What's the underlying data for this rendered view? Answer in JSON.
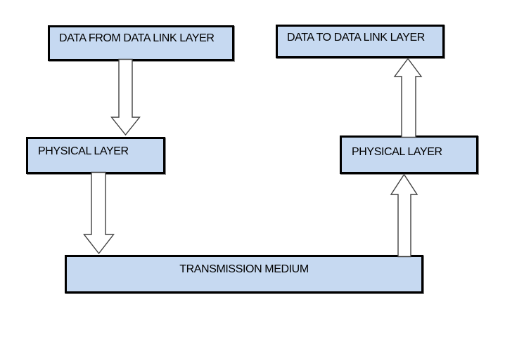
{
  "diagram": {
    "title": "Physical layer data flow diagram",
    "colors": {
      "box_fill": "#c6d9f1",
      "box_border": "#000000",
      "box_shadow": "#8f8f8f",
      "arrow_fill": "#ffffff",
      "arrow_outline": "#404040",
      "background": "#ffffff",
      "text": "#000000"
    },
    "boxes": {
      "data_from": {
        "label": "DATA FROM DATA LINK LAYER"
      },
      "data_to": {
        "label": "DATA TO DATA LINK LAYER"
      },
      "physical_left": {
        "label": "PHYSICAL LAYER"
      },
      "physical_right": {
        "label": "PHYSICAL LAYER"
      },
      "transmission": {
        "label": "TRANSMISSION MEDIUM"
      }
    },
    "arrows": [
      {
        "name": "arrow-data-from-to-physical-left",
        "direction": "down",
        "from": "DATA FROM DATA LINK LAYER",
        "to": "PHYSICAL LAYER (left)"
      },
      {
        "name": "arrow-physical-left-to-transmission",
        "direction": "down",
        "from": "PHYSICAL LAYER (left)",
        "to": "TRANSMISSION MEDIUM"
      },
      {
        "name": "arrow-transmission-to-physical-right",
        "direction": "up",
        "from": "TRANSMISSION MEDIUM",
        "to": "PHYSICAL LAYER (right)"
      },
      {
        "name": "arrow-physical-right-to-data-to",
        "direction": "up",
        "from": "PHYSICAL LAYER (right)",
        "to": "DATA TO DATA LINK LAYER"
      }
    ]
  }
}
